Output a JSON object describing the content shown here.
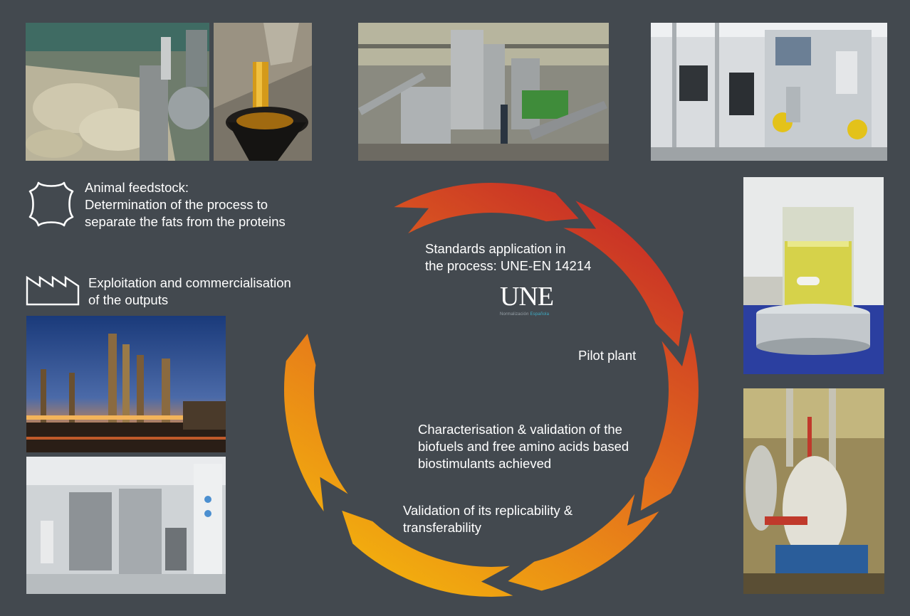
{
  "colors": {
    "background": "#43494f",
    "arrow_start": "#c42628",
    "arrow_end": "#f2ad0e",
    "text": "#ffffff"
  },
  "cycle": {
    "steps": [
      {
        "id": "standards",
        "lines": [
          "Standards application in",
          "the process: UNE-EN 14214"
        ]
      },
      {
        "id": "pilot",
        "lines": [
          "Pilot plant"
        ]
      },
      {
        "id": "characterisation",
        "lines": [
          "Characterisation & validation of the",
          "biofuels and free amino acids based",
          "biostimulants achieved"
        ]
      },
      {
        "id": "validation",
        "lines": [
          "Validation of its replicability &",
          "transferability"
        ]
      }
    ],
    "logo": {
      "main": "UNE",
      "sub_left": "Normalización ",
      "sub_right": "Española"
    }
  },
  "legend": {
    "feedstock": {
      "icon": "leather-hide-icon",
      "lines": [
        "Animal feedstock:",
        "Determination of the process to",
        "separate the fats from the proteins"
      ]
    },
    "exploitation": {
      "icon": "factory-icon",
      "lines": [
        "Exploitation and commercialisation",
        "of the outputs"
      ]
    }
  },
  "photos": [
    {
      "id": "raw-material-photo",
      "subject": "animal by-product feedstock in processing hopper"
    },
    {
      "id": "fat-pouring-photo",
      "subject": "extracted fat pouring into funnel"
    },
    {
      "id": "industrial-plant-photo",
      "subject": "rendering plant with tanks and conveyors"
    },
    {
      "id": "laboratory-reactor-photo",
      "subject": "laboratory reactor skid"
    },
    {
      "id": "beaker-photo",
      "subject": "beaker with yellow liquid on hot plate"
    },
    {
      "id": "refinery-photo",
      "subject": "refinery towers at dusk"
    },
    {
      "id": "pilot-lab-photo",
      "subject": "pilot laboratory equipment"
    },
    {
      "id": "boiler-photo",
      "subject": "industrial boilers"
    }
  ]
}
